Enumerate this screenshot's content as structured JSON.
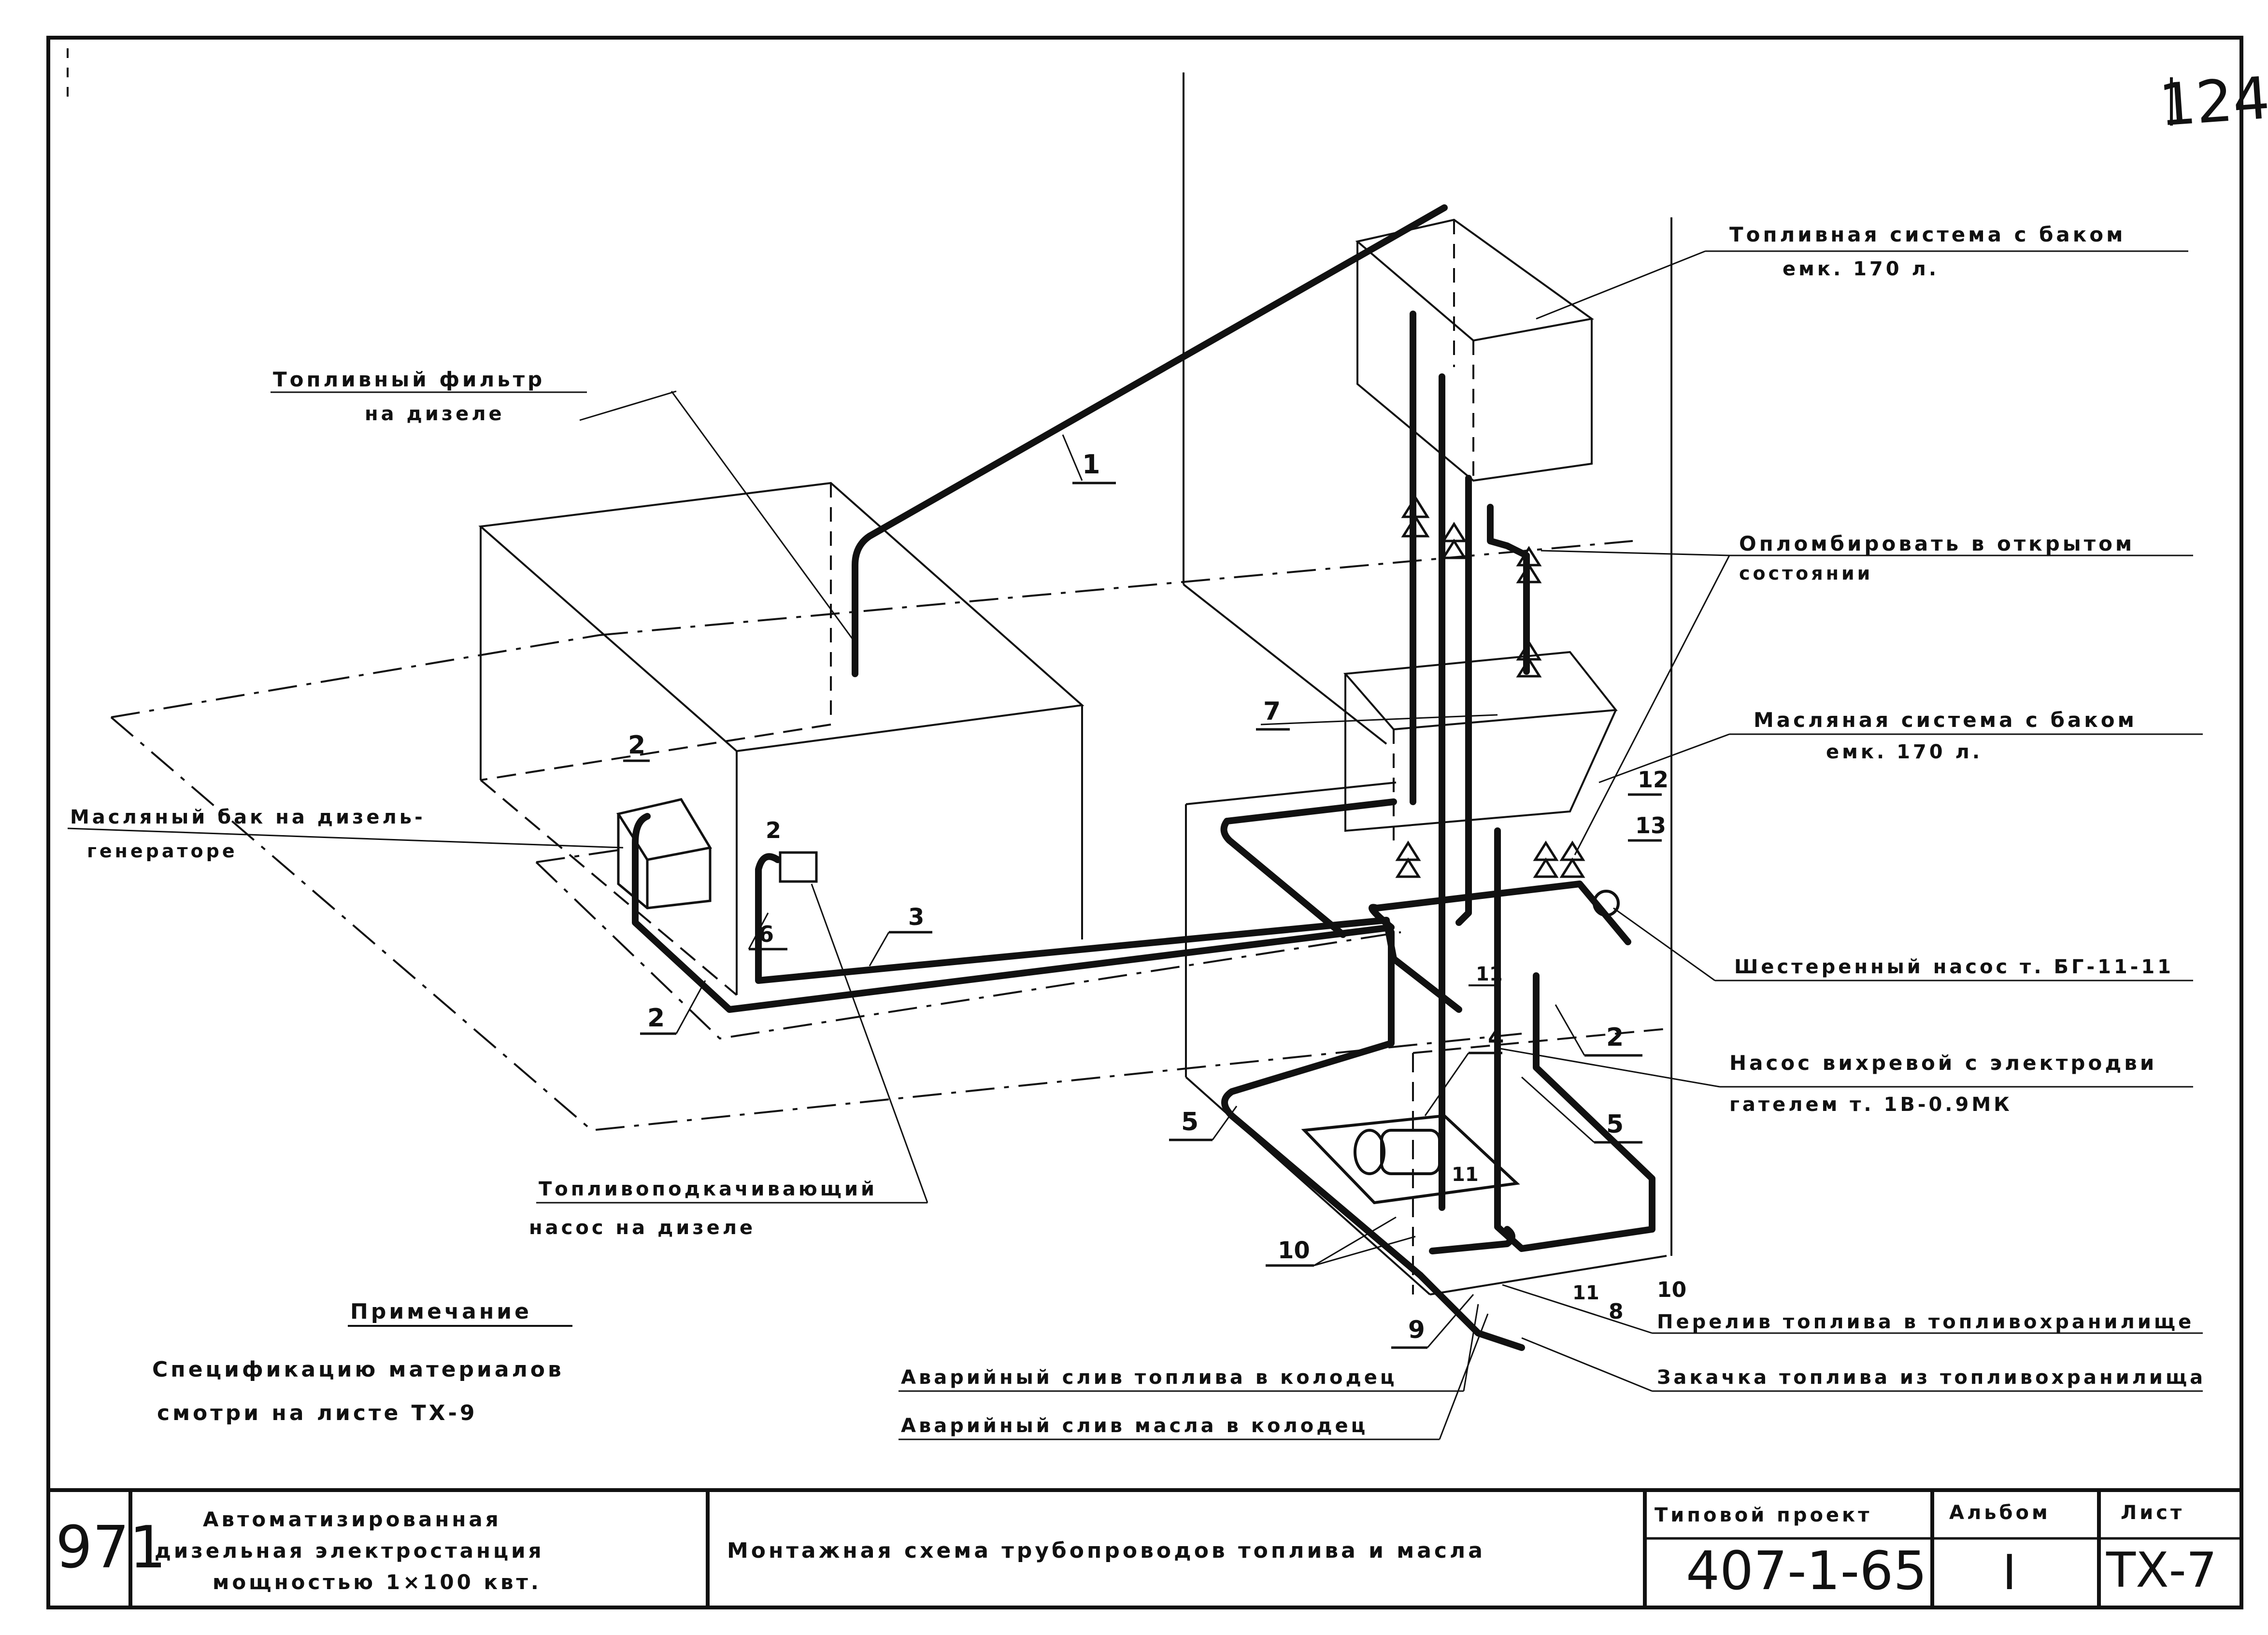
{
  "page_number": "124",
  "labels": {
    "fuel_filter": [
      "Топливный фильтр",
      "на дизеле"
    ],
    "fuel_tank": [
      "Топливная система с баком",
      "емк. 170 л."
    ],
    "seal_valves": [
      "Опломбировать в открытом",
      "состоянии"
    ],
    "oil_tank": [
      "Масляная система с баком",
      "емк. 170 л."
    ],
    "oil_tank_diesel": [
      "Масляный бак на дизель-",
      "генераторе"
    ],
    "gear_pump": "Шестеренный насос т. БГ-11-11",
    "vortex_pump": [
      "Насос вихревой с электродви",
      "гателем т. 1В-0.9МК"
    ],
    "fuel_booster_pump": [
      "Топливоподкачивающий",
      "насос на дизеле"
    ],
    "fuel_overflow": "Перелив топлива в топливохранилище",
    "fuel_pumping": "Закачка топлива из топливохранилища",
    "emergency_fuel_drain": "Аварийный слив топлива в колодец",
    "emergency_oil_drain": "Аварийный слив масла в колодец"
  },
  "pipe_numbers": [
    "1",
    "2",
    "2",
    "2",
    "2",
    "3",
    "4",
    "5",
    "5",
    "6",
    "7",
    "8",
    "9",
    "10",
    "10",
    "11",
    "11",
    "11",
    "12",
    "13"
  ],
  "note": {
    "title": "Примечание",
    "text": [
      "Спецификацию материалов",
      "смотри на листе ТХ-9"
    ]
  },
  "title_block": {
    "code": "971",
    "project_name": [
      "Автоматизированная",
      "дизельная электростанция",
      "мощностью 1×100 квт."
    ],
    "drawing_title": "Монтажная схема трубопроводов топлива и масла",
    "type_project_label": "Типовой проект",
    "type_project": "407-1-65",
    "album_label": "Альбом",
    "album": "I",
    "sheet_label": "Лист",
    "sheet": "ТХ-7"
  }
}
